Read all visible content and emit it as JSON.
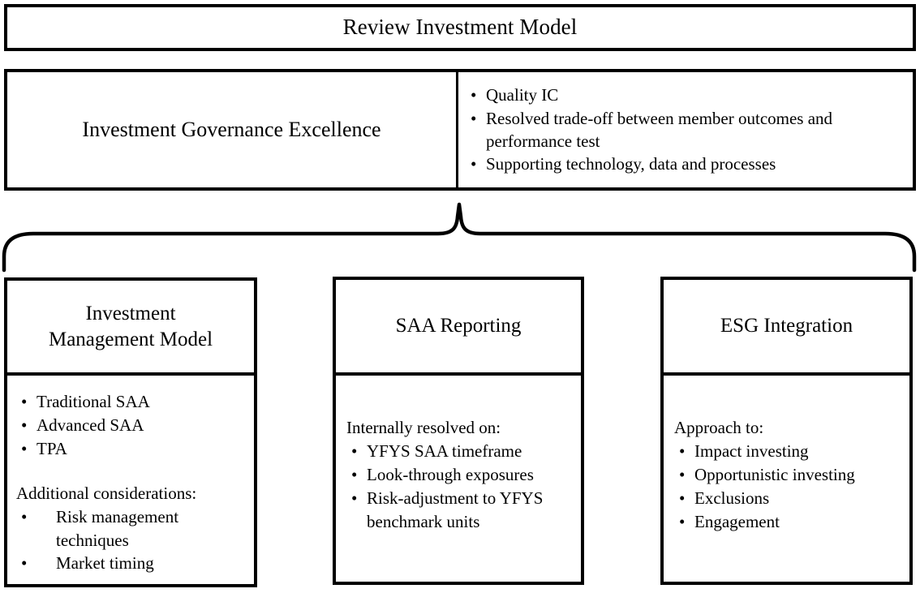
{
  "title": {
    "text": "Review Investment Model"
  },
  "governance": {
    "heading": "Investment Governance Excellence",
    "bullet_char": "•",
    "points": [
      "Quality IC",
      "Resolved trade-off between member outcomes and performance test",
      "Supporting technology, data and processes"
    ]
  },
  "connector": {
    "type": "curly-brace",
    "orientation": "horizontal-down"
  },
  "columns": [
    {
      "heading_line1": "Investment",
      "heading_line2": "Management Model",
      "heading": "Investment Management Model",
      "bullet_char": "•",
      "items": [
        "Traditional SAA",
        "Advanced SAA",
        "TPA"
      ],
      "lead": "Additional considerations:",
      "sub_items": [
        "Risk management techniques",
        "Market timing"
      ]
    },
    {
      "heading": "SAA Reporting",
      "bullet_char": "•",
      "lead": "Internally resolved on:",
      "items": [
        "YFYS SAA timeframe",
        "Look-through exposures",
        "Risk-adjustment to YFYS benchmark units"
      ]
    },
    {
      "heading": "ESG Integration",
      "bullet_char": "•",
      "lead": "Approach to:",
      "items": [
        "Impact investing",
        "Opportunistic investing",
        "Exclusions",
        "Engagement"
      ]
    }
  ],
  "colors": {
    "stroke": "#000000",
    "background": "#ffffff",
    "text": "#000000"
  }
}
